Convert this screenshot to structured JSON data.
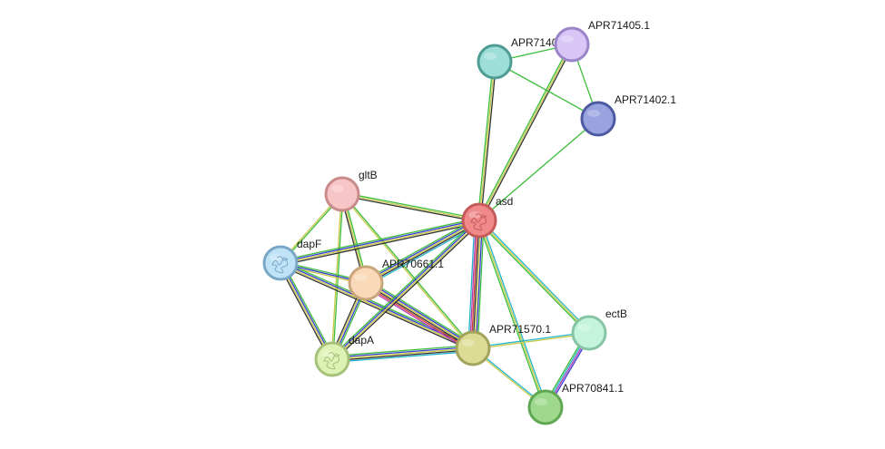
{
  "network": {
    "nodes": [
      {
        "id": "asd",
        "label": "asd",
        "color": "#f08a8a",
        "stroke": "#c65a5a",
        "icon": "protein-structure-icon"
      },
      {
        "id": "gltB",
        "label": "gltB",
        "color": "#f7c5c5",
        "stroke": "#c98a8a",
        "icon": null
      },
      {
        "id": "dapF",
        "label": "dapF",
        "color": "#bfe2f7",
        "stroke": "#7aa7c6",
        "icon": "protein-structure-icon"
      },
      {
        "id": "APR70661.1",
        "label": "APR70661.1",
        "color": "#f9d9b8",
        "stroke": "#c9a57c",
        "icon": null
      },
      {
        "id": "dapA",
        "label": "dapA",
        "color": "#dff2b6",
        "stroke": "#a6c27a",
        "icon": "protein-structure-icon"
      },
      {
        "id": "APR71570.1",
        "label": "APR71570.1",
        "color": "#dcdc96",
        "stroke": "#a3a35e",
        "icon": null
      },
      {
        "id": "ectB",
        "label": "ectB",
        "color": "#c4f5dc",
        "stroke": "#86c4a3",
        "icon": null
      },
      {
        "id": "APR70841.1",
        "label": "APR70841.1",
        "color": "#9fd98e",
        "stroke": "#5fa651",
        "icon": null
      },
      {
        "id": "APR71403",
        "label": "APR7140",
        "color": "#9ddfd6",
        "stroke": "#4e9c93",
        "icon": null
      },
      {
        "id": "APR71405.1",
        "label": "APR71405.1",
        "color": "#d8c6f7",
        "stroke": "#9b84c8",
        "icon": null
      },
      {
        "id": "APR71402.1",
        "label": "APR71402.1",
        "color": "#98a3df",
        "stroke": "#4e5aa3",
        "icon": null
      }
    ],
    "edges": [
      {
        "source": "asd",
        "target": "APR71403",
        "types": [
          "#3cbd3c",
          "#c9c94a",
          "#333333"
        ]
      },
      {
        "source": "asd",
        "target": "APR71405.1",
        "types": [
          "#3cbd3c",
          "#c9c94a",
          "#333333"
        ]
      },
      {
        "source": "asd",
        "target": "APR71402.1",
        "types": [
          "#3cbd3c"
        ]
      },
      {
        "source": "APR71403",
        "target": "APR71405.1",
        "types": [
          "#3cbd3c"
        ]
      },
      {
        "source": "APR71403",
        "target": "APR71402.1",
        "types": [
          "#3cbd3c"
        ]
      },
      {
        "source": "APR71405.1",
        "target": "APR71402.1",
        "types": [
          "#3cbd3c"
        ]
      },
      {
        "source": "gltB",
        "target": "asd",
        "types": [
          "#3cbd3c",
          "#c9c94a",
          "#333333"
        ]
      },
      {
        "source": "gltB",
        "target": "dapF",
        "types": [
          "#3cbd3c",
          "#c9c94a"
        ]
      },
      {
        "source": "gltB",
        "target": "APR70661.1",
        "types": [
          "#3cbd3c",
          "#c9c94a",
          "#333333"
        ]
      },
      {
        "source": "gltB",
        "target": "APR71570.1",
        "types": [
          "#3cbd3c",
          "#c9c94a"
        ]
      },
      {
        "source": "gltB",
        "target": "dapA",
        "types": [
          "#3cbd3c",
          "#c9c94a"
        ]
      },
      {
        "source": "dapF",
        "target": "asd",
        "types": [
          "#3cbd3c",
          "#3a3ad6",
          "#c9c94a",
          "#333333"
        ]
      },
      {
        "source": "dapF",
        "target": "APR70661.1",
        "types": [
          "#3cbd3c",
          "#3a3ad6",
          "#c9c94a"
        ]
      },
      {
        "source": "dapF",
        "target": "APR71570.1",
        "types": [
          "#3cbd3c",
          "#3a3ad6",
          "#c9c94a",
          "#333333"
        ]
      },
      {
        "source": "dapF",
        "target": "dapA",
        "types": [
          "#3cbd3c",
          "#3a3ad6",
          "#c9c94a",
          "#333333"
        ]
      },
      {
        "source": "APR70661.1",
        "target": "asd",
        "types": [
          "#3cbd3c",
          "#3a3ad6",
          "#c9c94a",
          "#333333",
          "#23b4c9"
        ]
      },
      {
        "source": "APR70661.1",
        "target": "APR71570.1",
        "types": [
          "#3cbd3c",
          "#3a3ad6",
          "#c9c94a",
          "#333333",
          "#d63a3a",
          "#b23ab2"
        ]
      },
      {
        "source": "APR70661.1",
        "target": "dapA",
        "types": [
          "#3cbd3c",
          "#3a3ad6",
          "#c9c94a",
          "#333333"
        ]
      },
      {
        "source": "dapA",
        "target": "asd",
        "types": [
          "#3cbd3c",
          "#3a3ad6",
          "#c9c94a",
          "#333333"
        ]
      },
      {
        "source": "dapA",
        "target": "APR71570.1",
        "types": [
          "#3cbd3c",
          "#3a3ad6",
          "#c9c94a",
          "#333333",
          "#23b4c9"
        ]
      },
      {
        "source": "asd",
        "target": "APR71570.1",
        "types": [
          "#3cbd3c",
          "#3a3ad6",
          "#c9c94a",
          "#333333",
          "#d63a3a",
          "#b23ab2",
          "#23b4c9"
        ]
      },
      {
        "source": "asd",
        "target": "ectB",
        "types": [
          "#23b4c9",
          "#c9c94a",
          "#3cbd3c"
        ]
      },
      {
        "source": "asd",
        "target": "APR70841.1",
        "types": [
          "#23b4c9",
          "#c9c94a",
          "#3cbd3c"
        ]
      },
      {
        "source": "APR71570.1",
        "target": "ectB",
        "types": [
          "#23b4c9",
          "#c9c94a"
        ]
      },
      {
        "source": "APR71570.1",
        "target": "APR70841.1",
        "types": [
          "#23b4c9",
          "#c9c94a"
        ]
      },
      {
        "source": "ectB",
        "target": "APR70841.1",
        "types": [
          "#3a3ad6",
          "#b23ab2",
          "#23b4c9",
          "#3cbd3c"
        ]
      }
    ]
  }
}
